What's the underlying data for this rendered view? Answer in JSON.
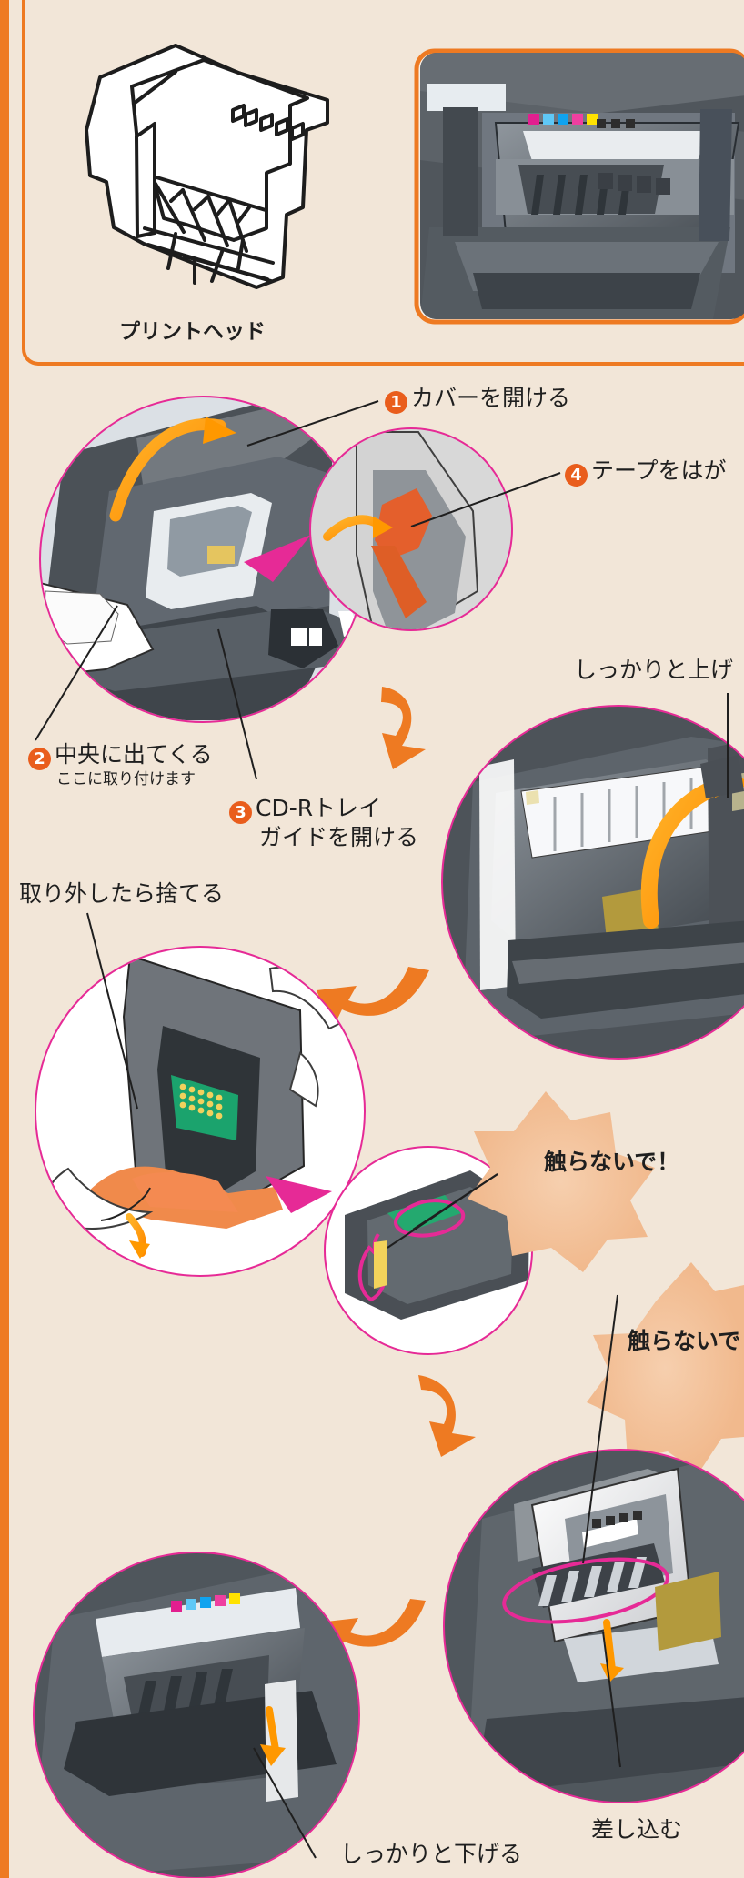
{
  "top_section": {
    "caption": "プリントヘッド"
  },
  "callouts": {
    "step1": {
      "number": "1",
      "text": "カバーを開ける"
    },
    "step4": {
      "number": "4",
      "text": "テープをはが"
    },
    "step2": {
      "number": "2",
      "text": "中央に出てくる",
      "subtext": "ここに取り付けます"
    },
    "step3": {
      "number": "3",
      "line1": "CD-Rトレイ",
      "line2": "ガイドを開ける"
    },
    "raise_firmly": "しっかりと上げ",
    "remove_and_discard": "取り外したら捨てる",
    "do_not_touch_1": "触らないで！",
    "do_not_touch_2": "触らないで",
    "insert": "差し込む",
    "lower_firmly": "しっかりと下げる"
  },
  "colors": {
    "accent_orange": "#ee7a22",
    "magenta_outline": "#e62a96",
    "background": "#f2e6d8"
  }
}
